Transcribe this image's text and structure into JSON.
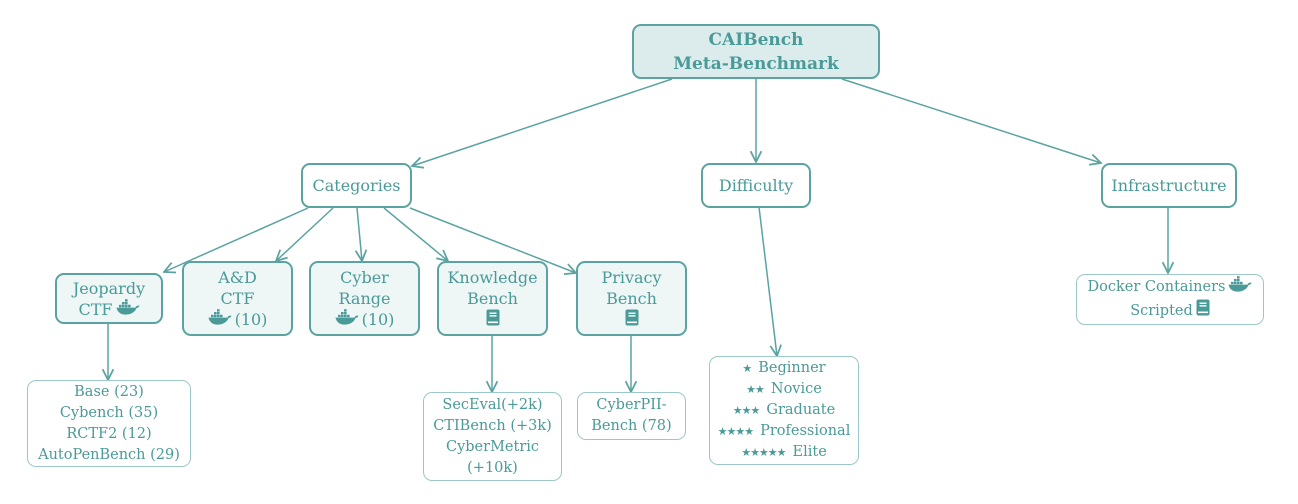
{
  "accent_color": "#4a9a98",
  "root": {
    "lines": [
      "CAIBench",
      "Meta-Benchmark"
    ]
  },
  "level1": {
    "categories": "Categories",
    "difficulty": "Difficulty",
    "infrastructure": "Infrastructure"
  },
  "categories": {
    "jeopardy": {
      "lines": [
        "Jeopardy",
        "CTF"
      ],
      "icon": "docker-icon"
    },
    "ad": {
      "lines": [
        "A&D",
        "CTF"
      ],
      "count": "(10)",
      "icon": "docker-icon"
    },
    "cyber_range": {
      "lines": [
        "Cyber",
        "Range"
      ],
      "count": "(10)",
      "icon": "docker-icon"
    },
    "knowledge": {
      "lines": [
        "Knowledge",
        "Bench"
      ],
      "icon": "book-icon"
    },
    "privacy": {
      "lines": [
        "Privacy",
        "Bench"
      ],
      "icon": "book-icon"
    }
  },
  "leaves": {
    "jeopardy": [
      "Base (23)",
      "Cybench (35)",
      "RCTF2 (12)",
      "AutoPenBench (29)"
    ],
    "knowledge": [
      "SecEval(+2k)",
      "CTIBench (+3k)",
      "CyberMetric",
      "(+10k)"
    ],
    "privacy": [
      "CyberPII-",
      "Bench (78)"
    ],
    "difficulty": [
      {
        "stars": "★",
        "label": "Beginner"
      },
      {
        "stars": "★★",
        "label": "Novice"
      },
      {
        "stars": "★★★",
        "label": "Graduate"
      },
      {
        "stars": "★★★★",
        "label": "Professional"
      },
      {
        "stars": "★★★★★",
        "label": "Elite"
      }
    ],
    "infrastructure": [
      {
        "label": "Docker Containers",
        "icon": "docker-icon"
      },
      {
        "label": "Scripted",
        "icon": "book-icon"
      }
    ]
  }
}
